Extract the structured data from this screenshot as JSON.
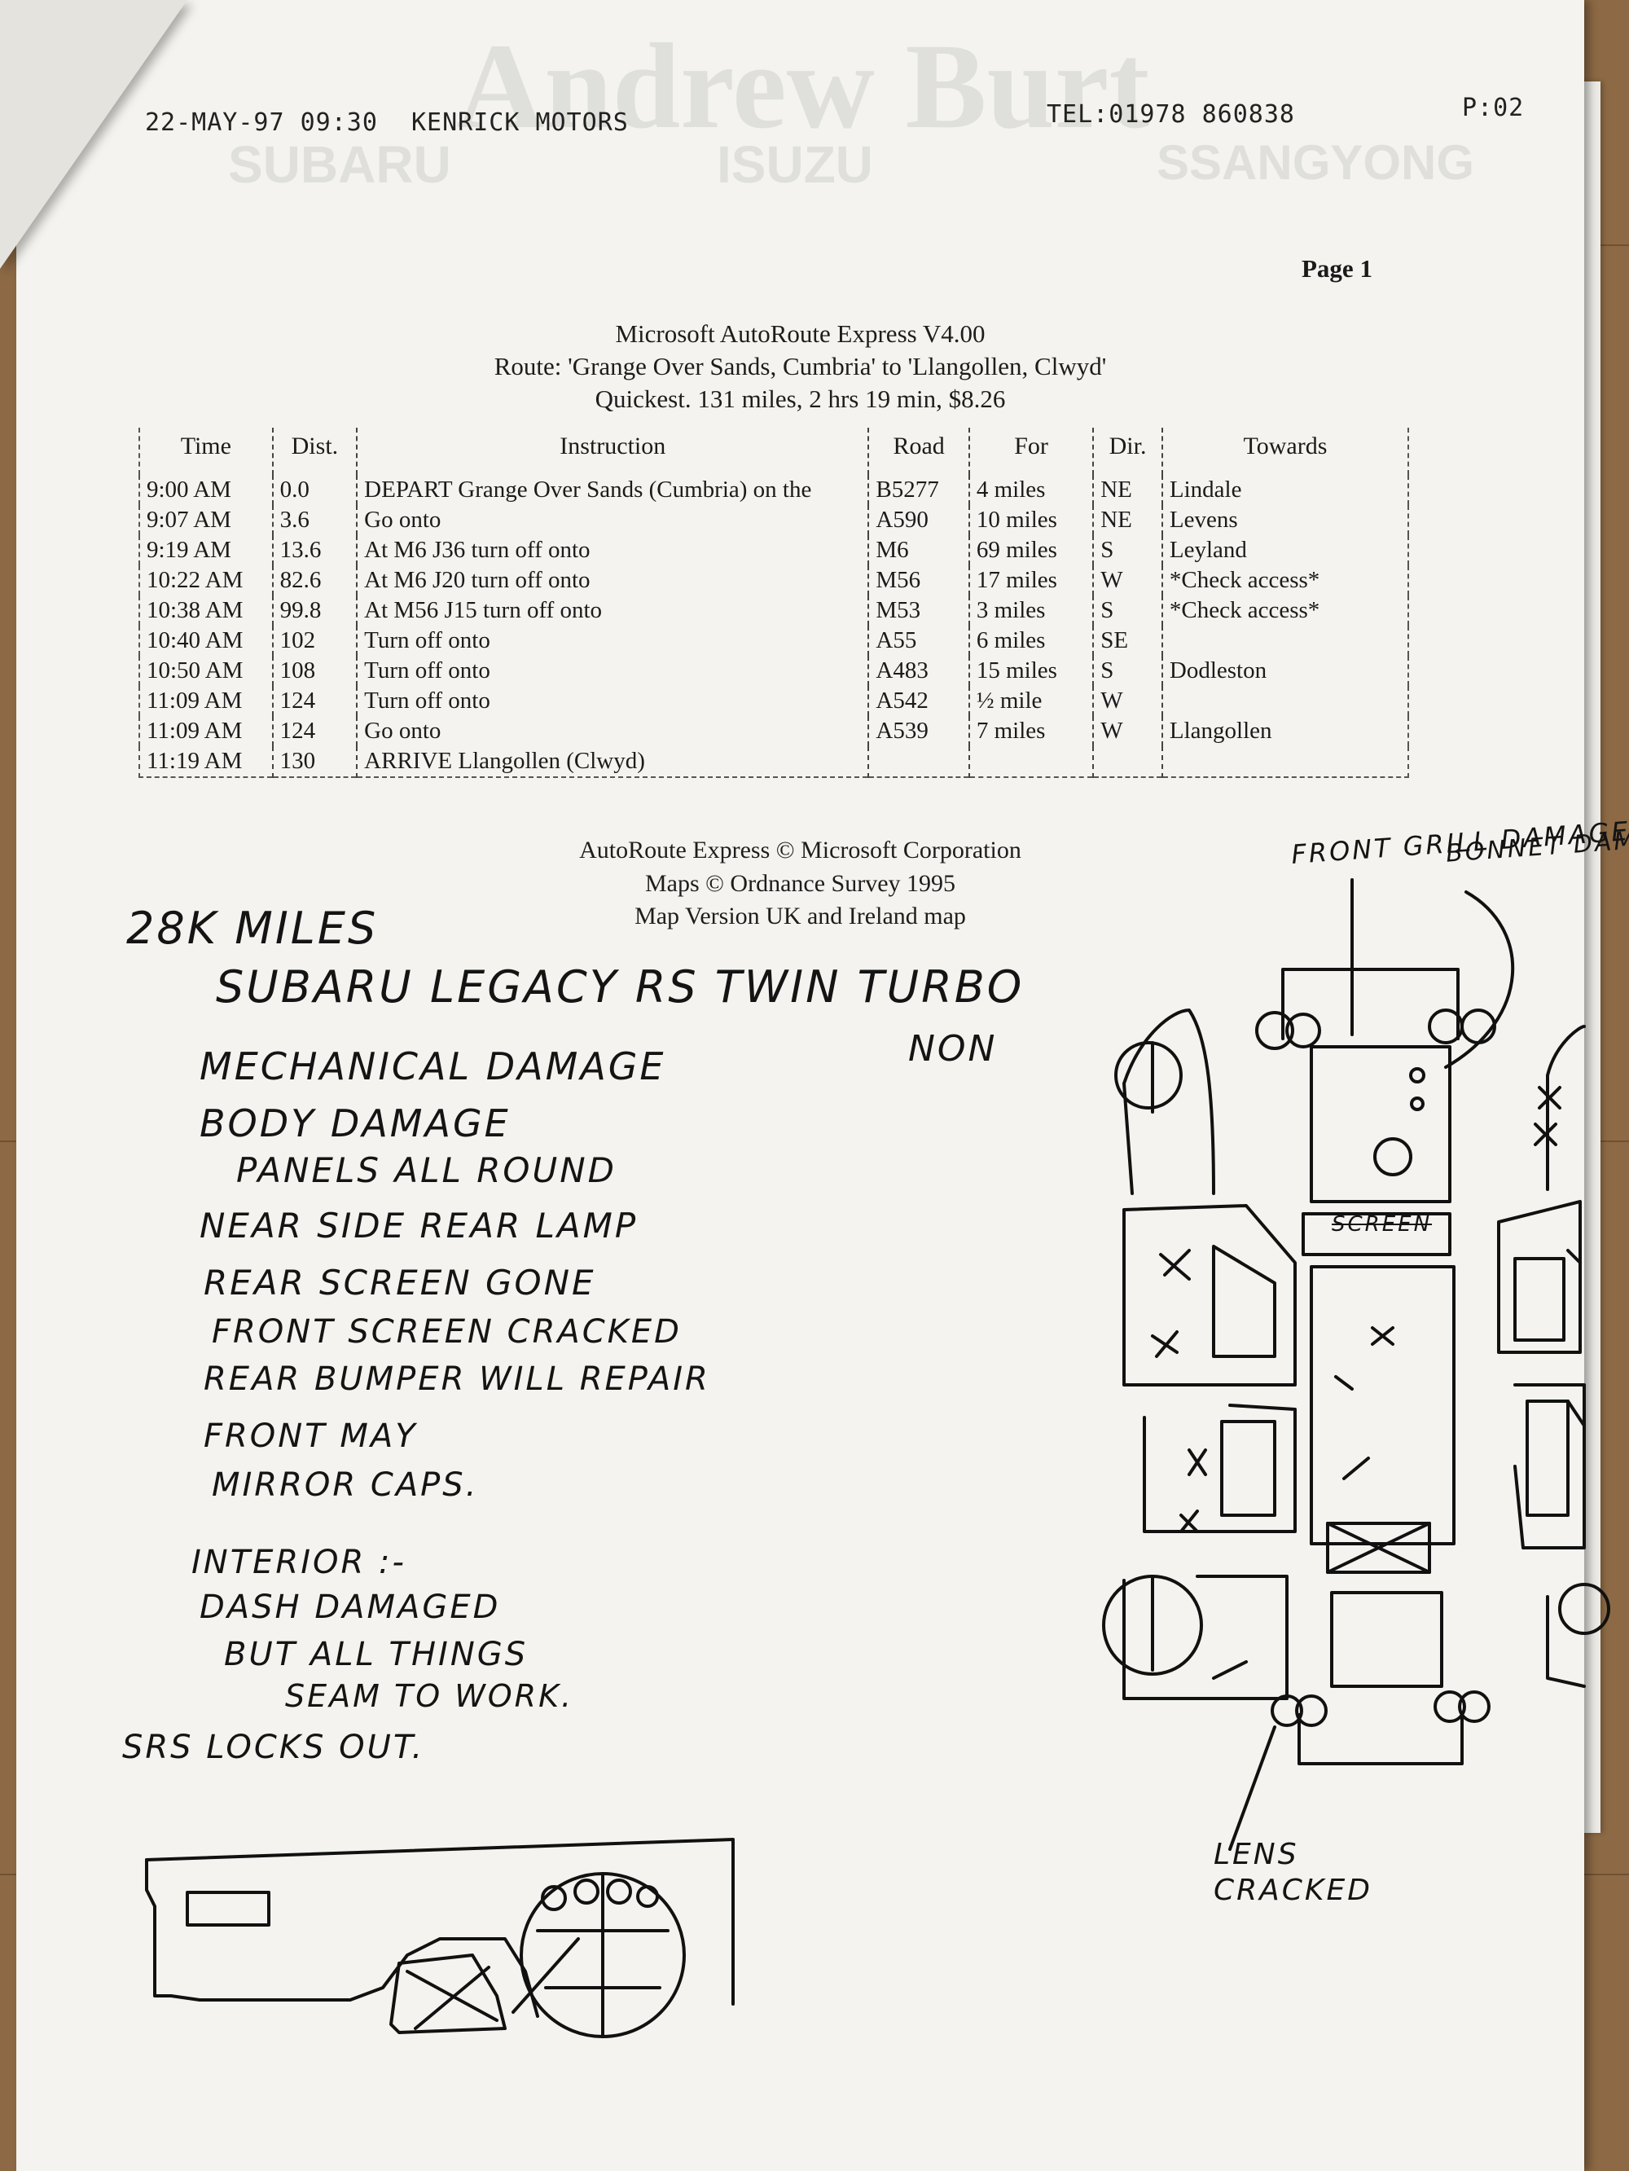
{
  "fax_header": {
    "datetime": "22-MAY-97 09:30",
    "sender": "KENRICK MOTORS",
    "tel": "TEL:01978 860838",
    "page": "P:02"
  },
  "letterhead": {
    "name": "Andrew Burt",
    "brands": [
      "SUBARU",
      "ISUZU",
      "SSANGYONG"
    ]
  },
  "page_label": "Page 1",
  "route_header": {
    "title": "Microsoft AutoRoute Express V4.00",
    "route": "Route: 'Grange Over Sands, Cumbria' to 'Llangollen, Clwyd'",
    "summary": "Quickest. 131 miles, 2 hrs 19 min, $8.26"
  },
  "route_table": {
    "columns": [
      "Time",
      "Dist.",
      "Instruction",
      "Road",
      "For",
      "Dir.",
      "Towards"
    ],
    "rows": [
      [
        "9:00 AM",
        "0.0",
        "DEPART Grange Over Sands (Cumbria) on the",
        "B5277",
        "4 miles",
        "NE",
        "Lindale"
      ],
      [
        "9:07 AM",
        "3.6",
        "Go onto",
        "A590",
        "10 miles",
        "NE",
        "Levens"
      ],
      [
        "9:19 AM",
        "13.6",
        "At M6 J36 turn off onto",
        "M6",
        "69 miles",
        "S",
        "Leyland"
      ],
      [
        "10:22 AM",
        "82.6",
        "At M6 J20 turn off onto",
        "M56",
        "17 miles",
        "W",
        "*Check access*"
      ],
      [
        "10:38 AM",
        "99.8",
        "At M56 J15  turn off onto",
        "M53",
        "3 miles",
        "S",
        "*Check access*"
      ],
      [
        "10:40 AM",
        "102",
        "Turn off onto",
        "A55",
        "6 miles",
        "SE",
        ""
      ],
      [
        "10:50 AM",
        "108",
        "Turn off onto",
        "A483",
        "15 miles",
        "S",
        "Dodleston"
      ],
      [
        "11:09 AM",
        "124",
        "Turn off onto",
        "A542",
        "½ mile",
        "W",
        ""
      ],
      [
        "11:09 AM",
        "124",
        "Go onto",
        "A539",
        "7 miles",
        "W",
        "Llangollen"
      ],
      [
        "11:19 AM",
        "130",
        "ARRIVE Llangollen (Clwyd)",
        "",
        "",
        "",
        ""
      ]
    ]
  },
  "footer_credits": [
    "AutoRoute Express © Microsoft Corporation",
    "Maps © Ordnance Survey 1995",
    "Map Version UK and Ireland map"
  ],
  "handwritten_notes": {
    "mileage": "28K MILES",
    "vehicle": "SUBARU LEGACY RS TWIN TURBO",
    "mechanical": "MECHANICAL DAMAGE",
    "mechanical_value": "NON",
    "lines": [
      "BODY DAMAGE",
      "PANELS ALL ROUND",
      "NEAR SIDE REAR LAMP",
      "REAR SCREEN GONE",
      "FRONT SCREEN CRACKED",
      "REAR BUMPER WILL REPAIR",
      "FRONT MAY",
      "MIRROR CAPS."
    ],
    "interior_lines": [
      "INTERIOR :-",
      "DASH DAMAGED",
      "BUT ALL THINGS",
      "SEAM TO WORK.",
      "SRS LOCKS OUT."
    ]
  },
  "diagram_labels": {
    "front_grill": "FRONT GRILL DAMAGE.",
    "bonnet": "BONNET DAMAGE",
    "screen": "SCREEN",
    "lens": "LENS CRACKED"
  }
}
